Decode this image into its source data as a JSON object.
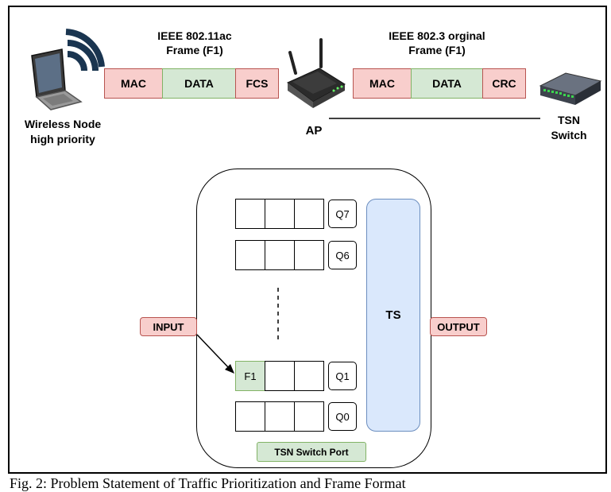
{
  "top": {
    "wireless_node": {
      "line1": "Wireless Node",
      "line2": "high priority"
    },
    "frame_80211": {
      "title_line1": "IEEE 802.11ac",
      "title_line2": "Frame (F1)",
      "fields": [
        "MAC",
        "DATA",
        "FCS"
      ]
    },
    "ap_label": "AP",
    "frame_8023": {
      "title_line1": "IEEE 802.3 orginal",
      "title_line2": "Frame (F1)",
      "fields": [
        "MAC",
        "DATA",
        "CRC"
      ]
    },
    "tsn_switch": {
      "line1": "TSN",
      "line2": "Switch"
    }
  },
  "port": {
    "queues": [
      {
        "label": "Q7",
        "first_cell": ""
      },
      {
        "label": "Q6",
        "first_cell": ""
      },
      {
        "label": "Q1",
        "first_cell": "F1"
      },
      {
        "label": "Q0",
        "first_cell": ""
      }
    ],
    "scheduler_label": "TS",
    "input_label": "INPUT",
    "output_label": "OUTPUT",
    "port_label": "TSN Switch Port"
  },
  "caption": "Fig. 2:  Problem Statement of Traffic Prioritization and Frame Format"
}
